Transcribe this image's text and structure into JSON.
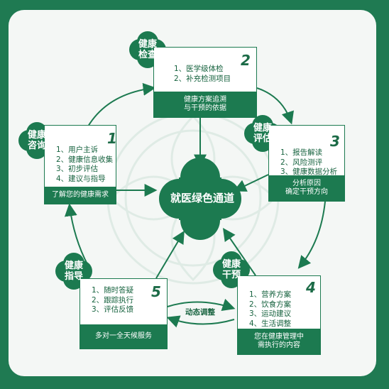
{
  "center": {
    "title": "就医绿色通道"
  },
  "dynamic_label": "动态调整",
  "colors": {
    "primary": "#1c7a50",
    "background_outer": "#1f7a52",
    "panel": "#f4f7f5"
  },
  "steps": [
    {
      "number": "1",
      "badge_lines": [
        "健康",
        "咨询"
      ],
      "items": [
        "1、用户主诉",
        "2、健康信息收集",
        "3、初步评估",
        "4、建议与指导"
      ],
      "band_lines": [
        "了解您的健康需求"
      ]
    },
    {
      "number": "2",
      "badge_lines": [
        "健康",
        "检查"
      ],
      "items": [
        "1、医学级体检",
        "2、补充检测项目"
      ],
      "band_lines": [
        "健康方案追溯",
        "与干预的依据"
      ]
    },
    {
      "number": "3",
      "badge_lines": [
        "健康",
        "评估"
      ],
      "items": [
        "1、报告解读",
        "2、风险测评",
        "3、健康数据分析"
      ],
      "band_lines": [
        "分析原因",
        "确定干预方向"
      ]
    },
    {
      "number": "4",
      "badge_lines": [
        "健康",
        "干预"
      ],
      "items": [
        "1、营养方案",
        "2、饮食方案",
        "3、运动建议",
        "4、生活调整"
      ],
      "band_lines": [
        "您在健康管理中",
        "需执行的内容"
      ]
    },
    {
      "number": "5",
      "badge_lines": [
        "健康",
        "指导"
      ],
      "items": [
        "1、随时答疑",
        "2、跟踪执行",
        "3、评估反馈"
      ],
      "band_lines": [
        "多对一全天候服务"
      ]
    }
  ]
}
